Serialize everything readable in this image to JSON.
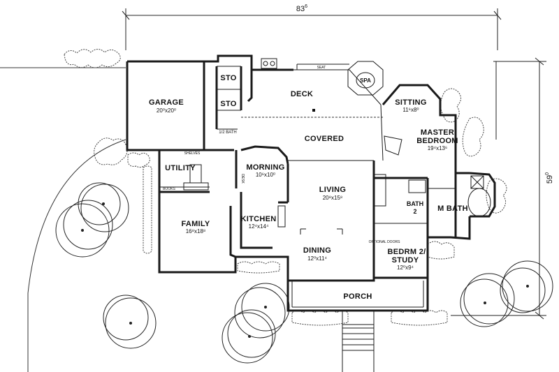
{
  "dimensions": {
    "overall_width": "83",
    "overall_width_inches": "6",
    "overall_depth": "59",
    "overall_depth_inches": "0"
  },
  "rooms": {
    "garage": {
      "name": "GARAGE",
      "size": "20⁰x20⁰"
    },
    "sto1": {
      "name": "STO"
    },
    "sto2": {
      "name": "STO"
    },
    "half_bath": {
      "name": "1/2 BATH"
    },
    "deck": {
      "name": "DECK"
    },
    "seat": {
      "name": "SEAT"
    },
    "spa": {
      "name": "SPA"
    },
    "sitting": {
      "name": "SITTING",
      "size": "11⁶x8⁰"
    },
    "master_bedroom": {
      "name": "MASTER",
      "name2": "BEDROOM",
      "size": "19⁴x13⁶"
    },
    "covered": {
      "name": "COVERED"
    },
    "utility": {
      "name": "UTILITY"
    },
    "shelves": {
      "name": "SHELVES"
    },
    "books": {
      "name": "BOOKS"
    },
    "morning": {
      "name": "MORNING",
      "size": "10⁶x10⁰"
    },
    "desk": {
      "name": "DESK"
    },
    "living": {
      "name": "LIVING",
      "size": "20⁸x15⁸"
    },
    "family": {
      "name": "FAMILY",
      "size": "16⁸x18⁸"
    },
    "kitchen": {
      "name": "KITCHEN",
      "size": "12⁴x14⁴"
    },
    "dining": {
      "name": "DINING",
      "size": "12⁰x11⁴"
    },
    "bath2": {
      "name": "BATH",
      "name2": "2"
    },
    "m_bath": {
      "name": "M BATH"
    },
    "bedroom2": {
      "name": "BEDRM 2/",
      "name2": "STUDY",
      "size": "12⁰x9⁴"
    },
    "optional_doors": {
      "name": "OPTIONAL DOORS"
    },
    "porch": {
      "name": "PORCH"
    }
  }
}
